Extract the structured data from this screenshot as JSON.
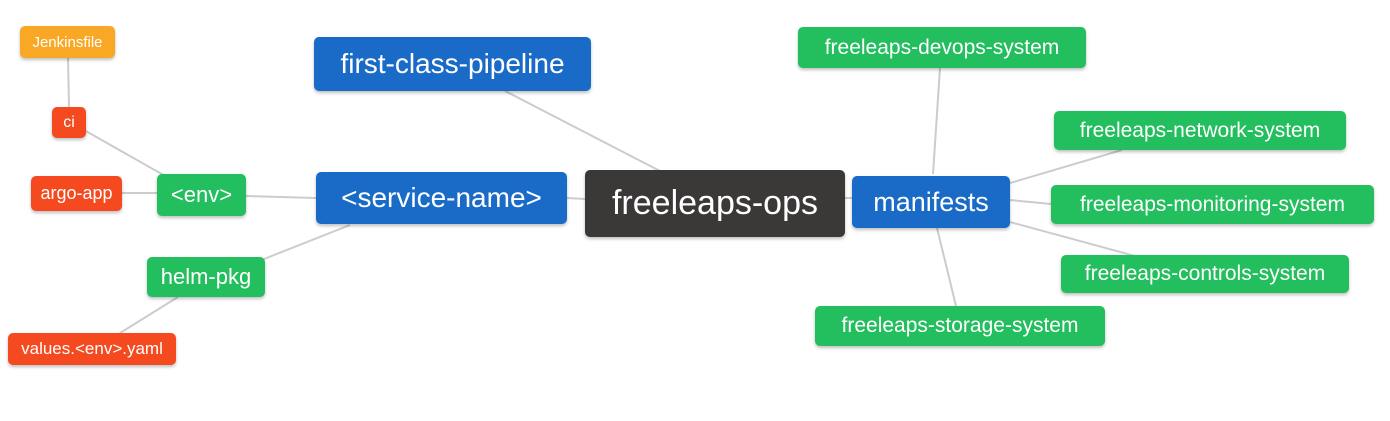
{
  "diagram": {
    "type": "mindmap",
    "root": "freeleaps-ops",
    "colors": {
      "blue": "#1A6BC8",
      "green": "#23BE5D",
      "orange": "#F9A825",
      "red": "#F54A20",
      "dark": "#3B3838",
      "edge": "#CCCCCC",
      "text": "#FFFFFF"
    },
    "nodes": {
      "jenkinsfile": {
        "label": "Jenkinsfile",
        "color": "orange"
      },
      "ci": {
        "label": "ci",
        "color": "red"
      },
      "argo_app": {
        "label": "argo-app",
        "color": "red"
      },
      "env": {
        "label": "<env>",
        "color": "green"
      },
      "helm_pkg": {
        "label": "helm-pkg",
        "color": "green"
      },
      "values_env_yaml": {
        "label": "values.<env>.yaml",
        "color": "red"
      },
      "first_class_pipeline": {
        "label": "first-class-pipeline",
        "color": "blue"
      },
      "service_name": {
        "label": "<service-name>",
        "color": "blue"
      },
      "freeleaps_ops": {
        "label": "freeleaps-ops",
        "color": "dark"
      },
      "manifests": {
        "label": "manifests",
        "color": "blue"
      },
      "devops_system": {
        "label": "freeleaps-devops-system",
        "color": "green"
      },
      "network_system": {
        "label": "freeleaps-network-system",
        "color": "green"
      },
      "monitoring_system": {
        "label": "freeleaps-monitoring-system",
        "color": "green"
      },
      "controls_system": {
        "label": "freeleaps-controls-system",
        "color": "green"
      },
      "storage_system": {
        "label": "freeleaps-storage-system",
        "color": "green"
      }
    },
    "edges": [
      [
        "jenkinsfile",
        "ci"
      ],
      [
        "ci",
        "env"
      ],
      [
        "argo_app",
        "env"
      ],
      [
        "env",
        "service_name"
      ],
      [
        "helm_pkg",
        "service_name"
      ],
      [
        "values_env_yaml",
        "helm_pkg"
      ],
      [
        "service_name",
        "freeleaps_ops"
      ],
      [
        "first_class_pipeline",
        "freeleaps_ops"
      ],
      [
        "freeleaps_ops",
        "manifests"
      ],
      [
        "manifests",
        "devops_system"
      ],
      [
        "manifests",
        "network_system"
      ],
      [
        "manifests",
        "monitoring_system"
      ],
      [
        "manifests",
        "controls_system"
      ],
      [
        "manifests",
        "storage_system"
      ]
    ]
  }
}
